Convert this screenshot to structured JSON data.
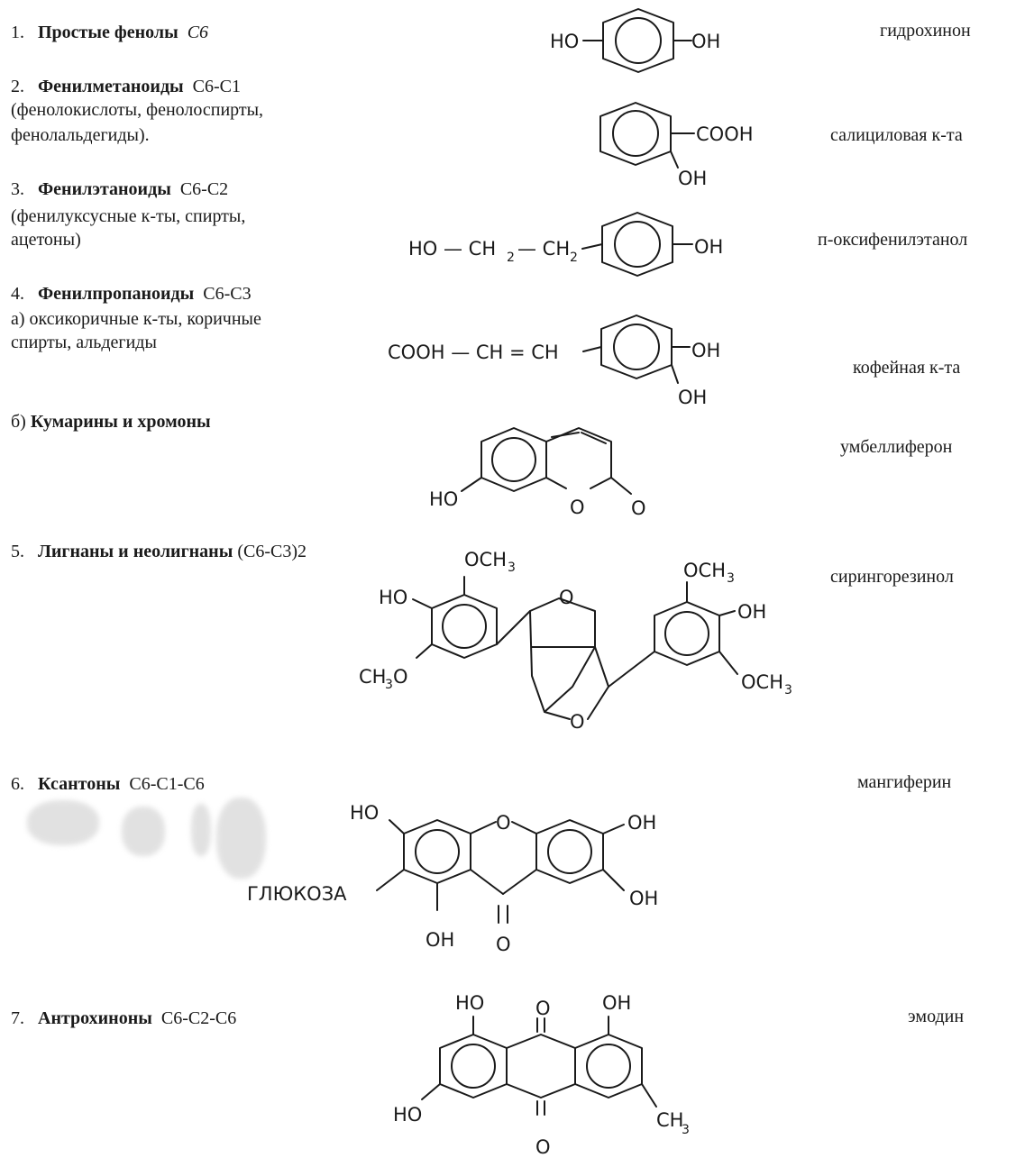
{
  "rows": [
    {
      "number": "1.",
      "class_name": "Простые фенолы",
      "formula": "C6",
      "example": "гидрохинон"
    },
    {
      "number": "2.",
      "class_name": "Фенилметаноиды",
      "formula": "C6-C1",
      "note1": "(фенолокислоты, фенолоспирты,",
      "note2": "фенолальдегиды).",
      "example": "салициловая к-та"
    },
    {
      "number": "3.",
      "class_name": "Фенилэтаноиды",
      "formula": "C6-C2",
      "note1": "(фенилуксусные к-ты, спирты,",
      "note2": "ацетоны)",
      "example": "п-оксифенилэтанол"
    },
    {
      "number": "4.",
      "class_name": "Фенилпропаноиды",
      "formula": "C6-C3",
      "note1": "а) оксикоричные к-ты, коричные",
      "note2": "спирты, альдегиды",
      "example": "кофейная к-та"
    },
    {
      "number": "б)",
      "class_name": "Кумарины и хромоны",
      "example": "умбеллиферон"
    },
    {
      "number": "5.",
      "class_name": "Лигнаны и неолигнаны",
      "formula": "(C6-C3)2",
      "example": "сирингорезинол"
    },
    {
      "number": "6.",
      "class_name": "Ксантоны",
      "formula": "C6-C1-C6",
      "example": "мангиферин"
    },
    {
      "number": "7.",
      "class_name": "Антрохиноны",
      "formula": "C6-C2-C6",
      "example": "эмодин"
    }
  ],
  "structure_labels": {
    "ho": "HO",
    "oh": "OH",
    "cooh": "COOH",
    "o": "O",
    "och3": "OCH",
    "ch3o": "CH",
    "ch3": "CH",
    "sub3": "3",
    "sub2": "2",
    "ho_ch2_ch2": "HO — CH",
    "ch2b": "— CH",
    "cooh_ch_ch": "COOH — CH = CH",
    "glucose": "ГЛЮКОЗА",
    "dbl": "=",
    "o_bridge": "O"
  }
}
